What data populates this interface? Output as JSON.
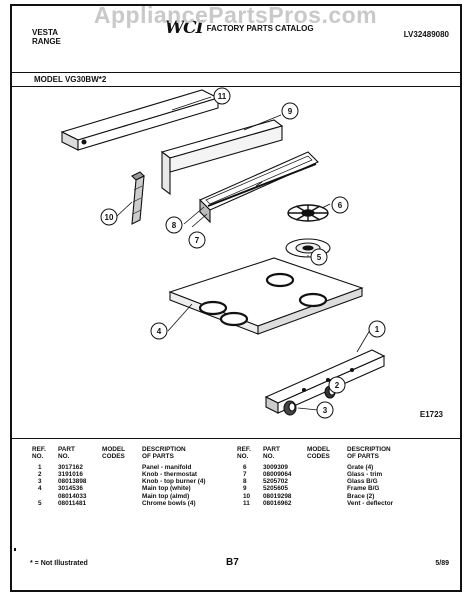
{
  "watermark": "AppliancePartsPros.com",
  "header": {
    "brand_line1": "VESTA",
    "brand_line2": "RANGE",
    "logo": "WCI",
    "catalog_title": "FACTORY PARTS CATALOG",
    "doc_number": "LV32489080"
  },
  "model": "MODEL VG30BW*2",
  "diagram_code": "E1723",
  "callouts": [
    "1",
    "2",
    "3",
    "4",
    "5",
    "6",
    "7",
    "8",
    "9",
    "10",
    "11"
  ],
  "table": {
    "headers": {
      "ref_1": "REF.",
      "ref_2": "NO.",
      "part_1": "PART",
      "part_2": "NO.",
      "codes_1": "MODEL",
      "codes_2": "CODES",
      "desc_1": "DESCRIPTION",
      "desc_2": "OF PARTS"
    },
    "left_rows": [
      {
        "ref": "1",
        "part": "3017162",
        "codes": "",
        "desc": "Panel - manifold"
      },
      {
        "ref": "2",
        "part": "3191016",
        "codes": "",
        "desc": "Knob - thermostat"
      },
      {
        "ref": "3",
        "part": "08013898",
        "codes": "",
        "desc": "Knob - top burner (4)"
      },
      {
        "ref": "4",
        "part": "3014536",
        "codes": "",
        "desc": "Main top (white)"
      },
      {
        "ref": "",
        "part": "08014033",
        "codes": "",
        "desc": "Main top (almd)"
      },
      {
        "ref": "5",
        "part": "08011481",
        "codes": "",
        "desc": "Chrome bowls (4)"
      }
    ],
    "right_rows": [
      {
        "ref": "6",
        "part": "3009309",
        "codes": "",
        "desc": "Grate (4)"
      },
      {
        "ref": "7",
        "part": "08009064",
        "codes": "",
        "desc": "Glass - trim"
      },
      {
        "ref": "8",
        "part": "5205702",
        "codes": "",
        "desc": "Glass B/G"
      },
      {
        "ref": "9",
        "part": "5205605",
        "codes": "",
        "desc": "Frame B/G"
      },
      {
        "ref": "10",
        "part": "08019298",
        "codes": "",
        "desc": "Brace (2)"
      },
      {
        "ref": "11",
        "part": "08016962",
        "codes": "",
        "desc": "Vent - deflector"
      }
    ]
  },
  "footer": {
    "note": "* = Not Illustrated",
    "page": "B7",
    "date": "5/89"
  }
}
